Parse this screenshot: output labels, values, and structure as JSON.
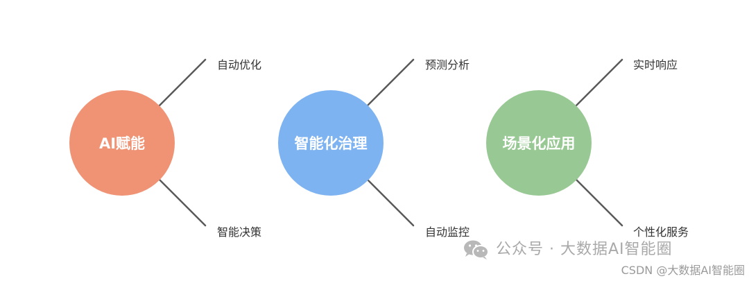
{
  "diagram": {
    "groups": [
      {
        "center_label": "AI赋能",
        "color": "#f09374",
        "top_label": "自动优化",
        "bottom_label": "智能决策"
      },
      {
        "center_label": "智能化治理",
        "color": "#7eb3f2",
        "top_label": "预测分析",
        "bottom_label": "自动监控"
      },
      {
        "center_label": "场景化应用",
        "color": "#98c893",
        "top_label": "实时响应",
        "bottom_label": "个性化服务"
      }
    ],
    "connector_color": "#595959"
  },
  "watermark": {
    "icon": "wechat-icon",
    "text": "公众号 · 大数据AI智能圈"
  },
  "credit": {
    "text": "CSDN @大数据AI智能圈"
  }
}
